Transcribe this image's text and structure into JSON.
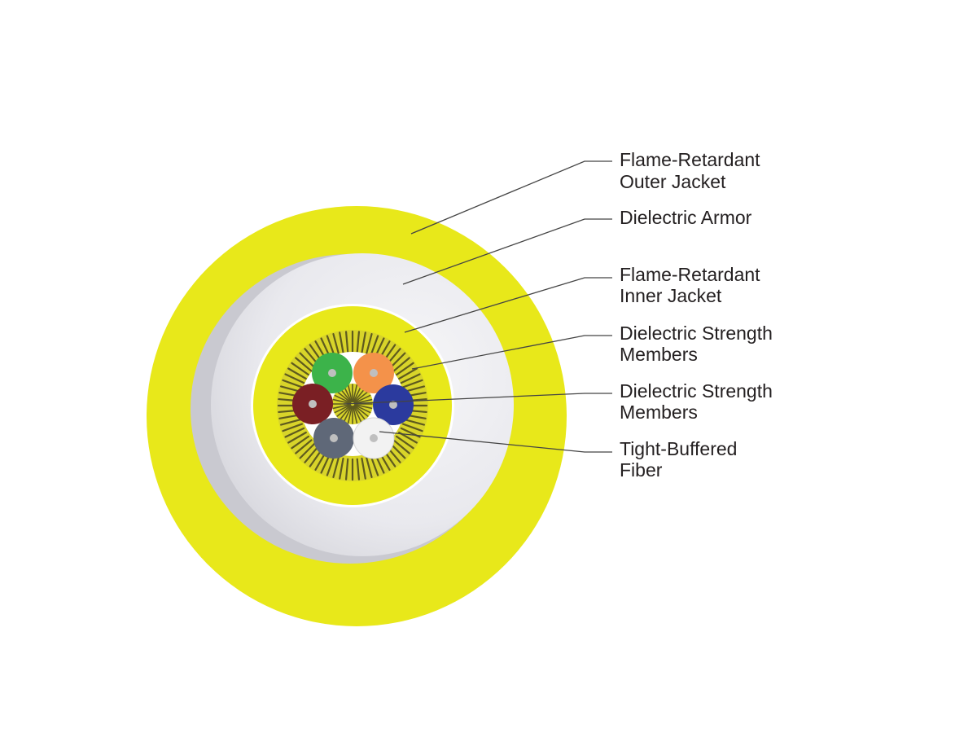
{
  "callouts": [
    {
      "id": "outer-jacket",
      "lines": [
        "Flame-Retardant",
        "Outer Jacket"
      ]
    },
    {
      "id": "dielectric-armor",
      "lines": [
        "Dielectric Armor"
      ]
    },
    {
      "id": "inner-jacket",
      "lines": [
        "Flame-Retardant",
        "Inner Jacket"
      ]
    },
    {
      "id": "strength-members-outer",
      "lines": [
        "Dielectric Strength",
        "Members"
      ]
    },
    {
      "id": "strength-members-center",
      "lines": [
        "Dielectric Strength",
        "Members"
      ]
    },
    {
      "id": "tight-buffered-fiber",
      "lines": [
        "Tight-Buffered",
        "Fiber"
      ]
    }
  ],
  "colors": {
    "jacket": "#e8e81a",
    "armor": "#eeeef2",
    "armor_shadow": "#c9c9d0",
    "strength_dark": "#5e5a1e",
    "strength_light": "#d8d42a",
    "fiber_green": "#3cb34a",
    "fiber_orange": "#f4924a",
    "fiber_brown": "#7a1f24",
    "fiber_blue": "#2b3a9e",
    "fiber_slate": "#5f6878",
    "fiber_white": "#f2f2f2",
    "fiber_core": "#bfbfbf",
    "leader": "#444444",
    "text": "#231f20"
  }
}
